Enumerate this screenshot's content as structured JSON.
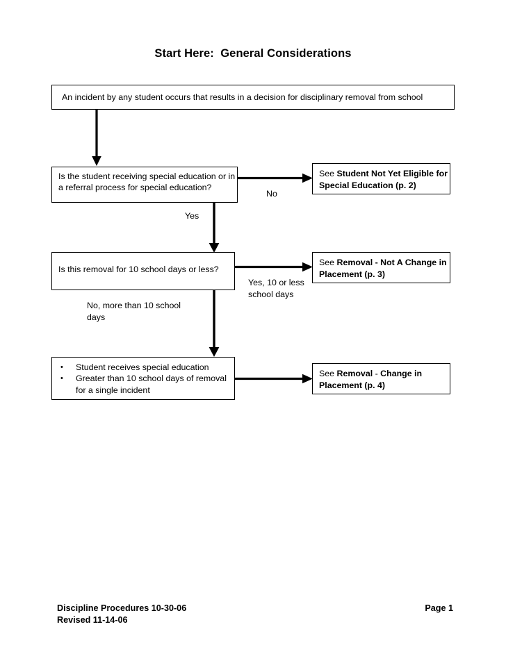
{
  "document": {
    "title": "Start Here:  General Considerations"
  },
  "nodes": {
    "incident": {
      "text": "An incident by any student occurs that results in a decision for disciplinary removal from school"
    },
    "question_1": {
      "text": "Is the student receiving special education or in a referral process for special education?"
    },
    "question_2": {
      "text": "Is this removal for 10 school days or less?"
    },
    "outcome": {
      "bullets": [
        "Student receives special education",
        "Greater than 10 school days of removal for a single incident"
      ]
    },
    "ref_1": {
      "prefix": "See ",
      "emphasis": "Student Not Yet Eligible for Special Education (p. 2)"
    },
    "ref_2": {
      "prefix": "See ",
      "emphasis": "Removal - Not A Change in Placement (p. 3)"
    },
    "ref_3": {
      "prefix": "See ",
      "emphasis_a": "Removal",
      "separator": " - ",
      "emphasis_b": "Change in Placement  (p. 4)"
    }
  },
  "edge_labels": {
    "no": "No",
    "yes": "Yes",
    "yes_10_or_less": "Yes, 10 or less\nschool days",
    "no_more_than_10": "No, more than 10 school\ndays"
  },
  "footer": {
    "left": "Discipline Procedures 10-30-06\nRevised 11-14-06",
    "right": "Page 1"
  },
  "colors": {
    "ink": "#000000",
    "paper": "#ffffff"
  }
}
